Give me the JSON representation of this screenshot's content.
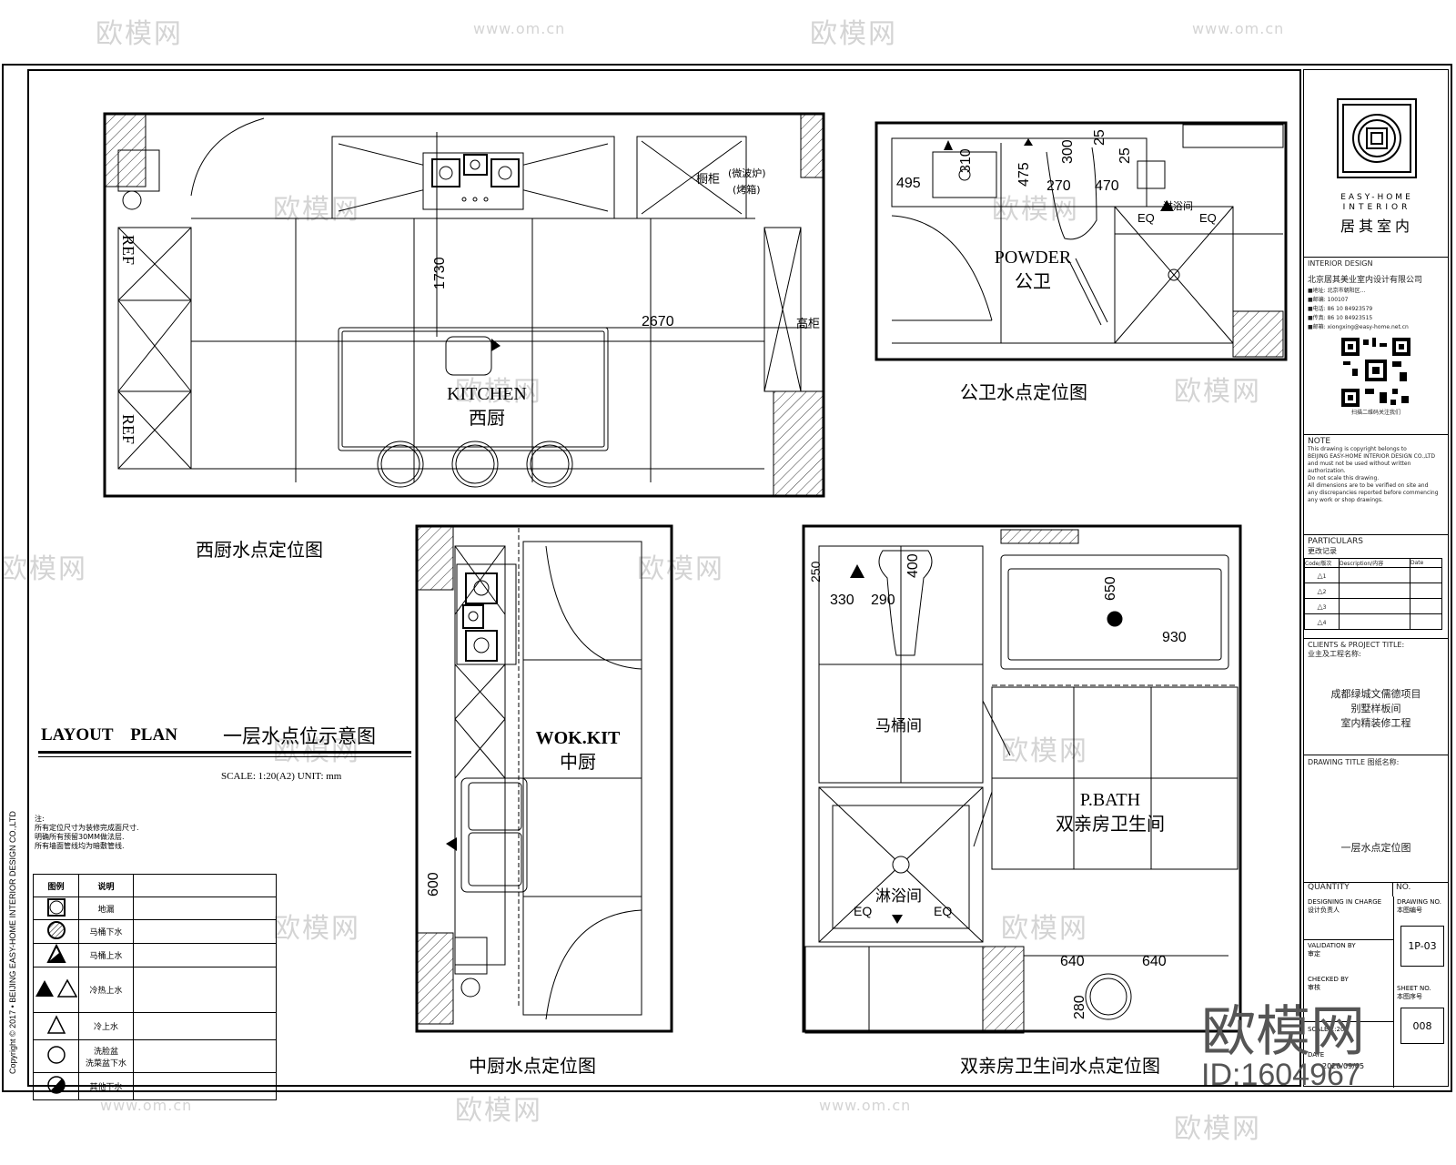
{
  "watermarks": {
    "brand": "欧模网",
    "url": "www.om.cn",
    "big_brand": "欧模网",
    "id_text": "ID:1604967"
  },
  "copyright": "Copyright © 2017 • BEIJING EASY-HOME INTERIOR DESIGN CO.,LTD",
  "layout_heading": {
    "en": "LAYOUT    PLAN",
    "cn": "一层水点位示意图",
    "scale": "SCALE: 1:20(A2) UNIT: mm"
  },
  "notes": {
    "title": "注:",
    "lines": [
      "所有定位尺寸为装修完成面尺寸.",
      "明确所有预留30MM做法层.",
      "所有墙面管线均为暗敷管线."
    ]
  },
  "legend": {
    "headers": [
      "图例",
      "说明",
      ""
    ],
    "rows": [
      {
        "icon": "floor-drain-icon",
        "label": "地漏"
      },
      {
        "icon": "toilet-drain-icon",
        "label": "马桶下水"
      },
      {
        "icon": "toilet-supply-icon",
        "label": "马桶上水"
      },
      {
        "icon": "hot-cold-supply-icon",
        "label": "冷热上水"
      },
      {
        "icon": "cold-supply-icon",
        "label": "冷上水"
      },
      {
        "icon": "basin-drain-icon",
        "label": "洗脸盆\n洗菜盆下水"
      },
      {
        "icon": "misc-drain-icon",
        "label": "其他下水"
      }
    ]
  },
  "plans": {
    "west_kitchen": {
      "caption": "西厨水点定位图",
      "room_en": "KITCHEN",
      "room_cn": "西厨",
      "ref1": "REF",
      "ref2": "REF",
      "cabinet_label": "橱柜",
      "appliance1": "(微波炉)",
      "appliance2": "(烤箱)",
      "tall_cabinet": "高柜",
      "dims": [
        "1730",
        "2670"
      ]
    },
    "powder": {
      "caption": "公卫水点定位图",
      "room_en": "POWDER",
      "room_cn": "公卫",
      "dims": [
        "495",
        "310",
        "475",
        "300",
        "25",
        "25",
        "270",
        "470",
        "EQ",
        "EQ",
        "淋浴间"
      ]
    },
    "wok_kitchen": {
      "caption": "中厨水点定位图",
      "room_en": "WOK.KIT",
      "room_cn": "中厨",
      "dims": [
        "600"
      ]
    },
    "parents_bath": {
      "caption": "双亲房卫生间水点定位图",
      "room_en": "P.BATH",
      "room_cn": "双亲房卫生间",
      "toilet_room": "马桶间",
      "shower_room": "淋浴间",
      "dims": [
        "250",
        "400",
        "330",
        "290",
        "650",
        "930",
        "EQ",
        "EQ",
        "640",
        "640",
        "280"
      ]
    }
  },
  "title_block": {
    "brand_en_1": "EASY-HOME",
    "brand_en_2": "INTERIOR",
    "brand_cn": "居其室内",
    "dept": "INTERIOR DESIGN",
    "company": "北京居其美业室内设计有限公司",
    "contact_lines": [
      "■地址: 北京市朝阳区...",
      "■邮编: 100107",
      "■电话: 86 10 84923579",
      "■传真: 86 10 84923515",
      "■邮箱: xiongxing@easy-home.net.cn"
    ],
    "qr_caption": "扫描二维码关注我们",
    "note_title": "NOTE",
    "note_lines": [
      "This drawing is copyright belongs to",
      "BEIJING EASY-HOME INTERIOR DESIGN CO.,LTD",
      "and must not be used without written authorization.",
      "Do not scale this drawing.",
      "All dimensions are to be verified on site and",
      "any discrepancies reported before commencing",
      "any work or shop drawings."
    ],
    "particulars_en": "PARTICULARS",
    "particulars_cn": "更改记录",
    "rev_headers": [
      "Code/版次",
      "Description/内容",
      "Date"
    ],
    "revisions": [
      "1",
      "2",
      "3",
      "4"
    ],
    "client_label": "CLIENTS & PROJECT TITLE:",
    "client_label_cn": "业主及工程名称:",
    "project_lines": [
      "成都绿城文儒德项目",
      "别墅样板间",
      "室内精装修工程"
    ],
    "drawing_title_label": "DRAWING TITLE 图纸名称:",
    "drawing_title": "一层水点定位图",
    "quantity_label": "QUANTITY",
    "no_label": "NO.",
    "designer_label": "DESIGNING IN CHARGE",
    "designer_label_cn": "设计负责人",
    "drawing_no_label": "DRAWING NO.",
    "drawing_no_label_cn": "本图编号",
    "drawing_no": "1P-03",
    "validation_label": "VALIDATION BY",
    "validation_cn": "审定",
    "checked_label": "CHECKED BY",
    "checked_cn": "审核",
    "sheet_no_label": "SHEET NO.",
    "sheet_no_label_cn": "本图序号",
    "sheet_no": "008",
    "scale_label": "SCALE",
    "scale_value": "1:20",
    "date_label": "DATE",
    "date_value": "2020/09/05"
  }
}
